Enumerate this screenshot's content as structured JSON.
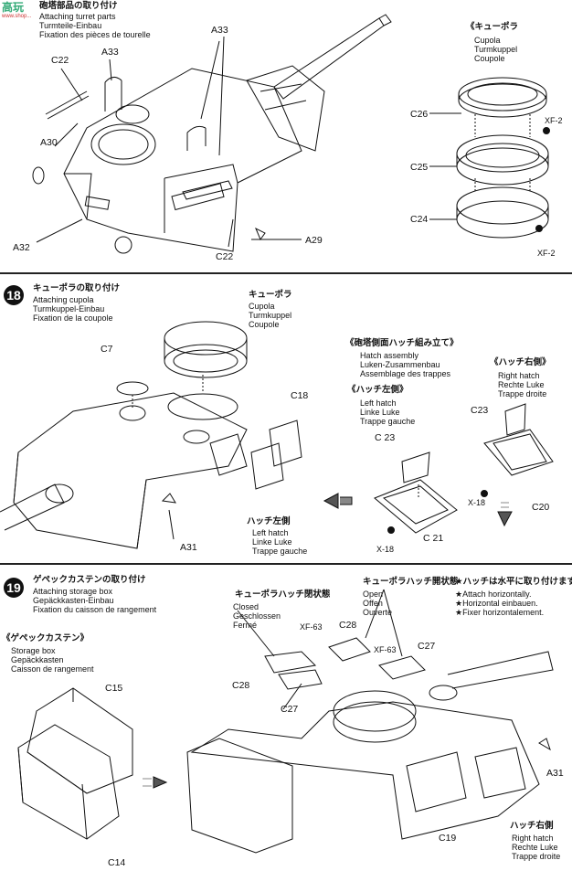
{
  "logo": {
    "chars": "高玩",
    "sub": "www.shop..."
  },
  "step17": {
    "jp": "砲塔部品の取り付け",
    "en": "Attaching turret parts",
    "de": "Turmteile-Einbau",
    "fr": "Fixation des pièces de tourelle",
    "labels": {
      "a33a": "A33",
      "a33b": "A33",
      "c22a": "C22",
      "c22b": "C22",
      "a30": "A30",
      "a32": "A32",
      "a29": "A29"
    },
    "cupola": {
      "jp": "《キューポラ",
      "en": "Cupola",
      "de": "Turmkuppel",
      "fr": "Coupole",
      "c26": "C26",
      "c25": "C25",
      "c24": "C24",
      "xf2a": "XF-2",
      "xf2b": "XF-2"
    }
  },
  "step18": {
    "num": "18",
    "jp": "キューポラの取り付け",
    "en": "Attaching cupola",
    "de": "Turmkuppel-Einbau",
    "fr": "Fixation de la coupole",
    "cupola": {
      "jp": "キューポラ",
      "en": "Cupola",
      "de": "Turmkuppel",
      "fr": "Coupole"
    },
    "hatch_assy": {
      "jp": "《砲塔側面ハッチ組み立て》",
      "en": "Hatch assembly",
      "de": "Luken-Zusammenbau",
      "fr": "Assemblage des trappes"
    },
    "left_hatch_box": {
      "jp": "《ハッチ左側》",
      "en": "Left hatch",
      "de": "Linke Luke",
      "fr": "Trappe gauche"
    },
    "right_hatch_box": {
      "jp": "《ハッチ右側》",
      "en": "Right hatch",
      "de": "Rechte Luke",
      "fr": "Trappe droite"
    },
    "left_hatch_note": {
      "jp": "ハッチ左側",
      "en": "Left hatch",
      "de": "Linke Luke",
      "fr": "Trappe gauche"
    },
    "labels": {
      "c7": "C7",
      "c18": "C18",
      "c23a": "C 23",
      "c23b": "C23",
      "c21": "C 21",
      "c20": "C20",
      "a31": "A31",
      "x18a": "X-18",
      "x18b": "X-18"
    }
  },
  "step19": {
    "num": "19",
    "jp": "ゲペックカステンの取り付け",
    "en": "Attaching storage box",
    "de": "Gepäckkasten-Einbau",
    "fr": "Fixation du caisson de rangement",
    "box": {
      "jp": "《ゲペックカステン》",
      "en": "Storage box",
      "de": "Gepäckkasten",
      "fr": "Caisson de rangement"
    },
    "closed": {
      "jp": "キューポラハッチ閉状態",
      "en": "Closed",
      "de": "Geschlossen",
      "fr": "Fermé"
    },
    "open": {
      "jp": "キューポラハッチ開状態",
      "en": "Open",
      "de": "Offen",
      "fr": "Ouverte"
    },
    "horiz": {
      "jp": "★ハッチは水平に取り付けます。",
      "en": "★Attach horizontally.",
      "de": "★Horizontal einbauen.",
      "fr": "★Fixer horizontalement."
    },
    "right_hatch": {
      "jp": "ハッチ右側",
      "en": "Right hatch",
      "de": "Rechte Luke",
      "fr": "Trappe droite"
    },
    "labels": {
      "c15": "C15",
      "c14": "C14",
      "c28a": "C28",
      "c28b": "C28",
      "c27a": "C27",
      "c27b": "C27",
      "xf63a": "XF-63",
      "xf63b": "XF-63",
      "a31": "A31",
      "c19": "C19"
    }
  }
}
